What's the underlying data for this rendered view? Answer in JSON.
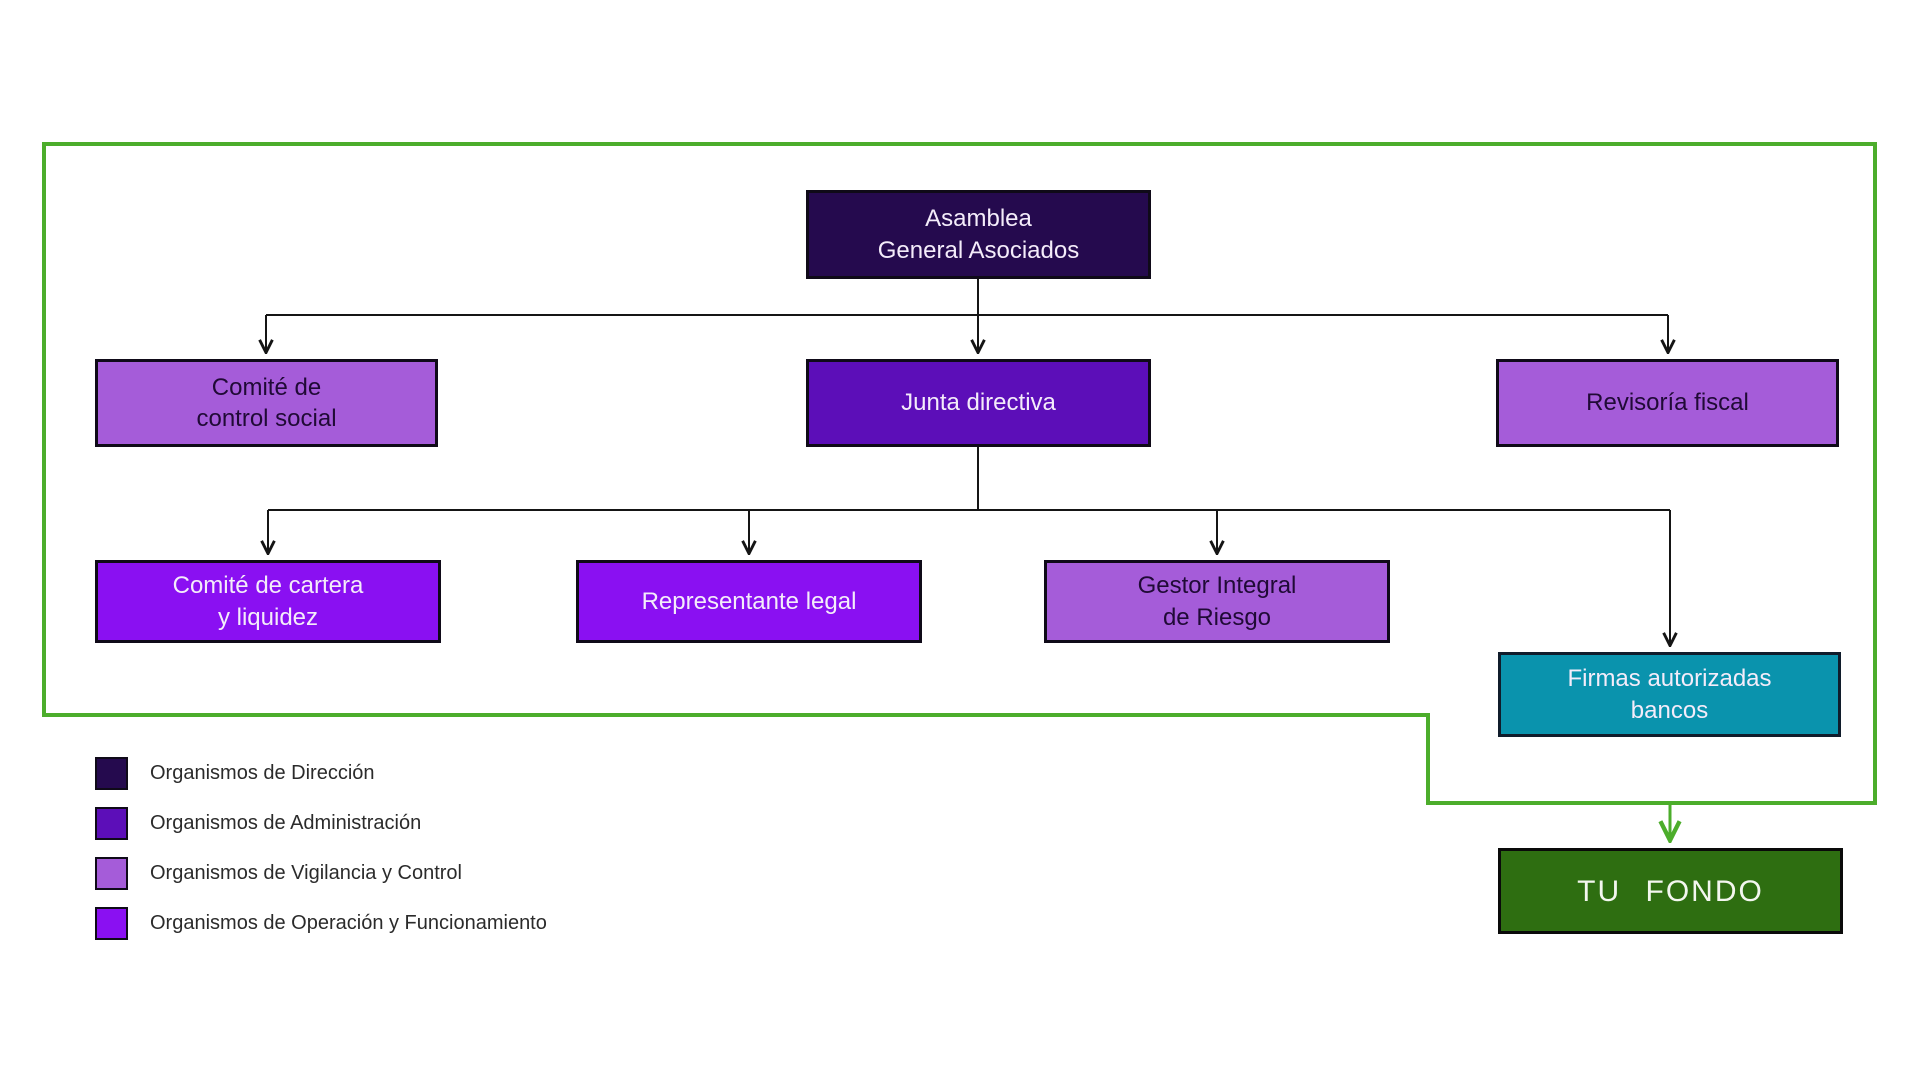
{
  "colors": {
    "direccion": "#250a4e",
    "administracion": "#5c0eb8",
    "vigilancia": "#a55cd9",
    "operacion": "#8a10f2",
    "firmas": "#0a93ad",
    "fondo": "#2e6e11",
    "green_border": "#4cad2b",
    "connector": "#151515"
  },
  "nodes": {
    "asamblea": {
      "label": "Asamblea\nGeneral Asociados",
      "color": "#250a4e",
      "category": "Organismos de Dirección"
    },
    "control": {
      "label": "Comité de\ncontrol social",
      "color": "#a55cd9",
      "category": "Organismos de Vigilancia y Control"
    },
    "junta": {
      "label": "Junta directiva",
      "color": "#5c0eb8",
      "category": "Organismos de Administración"
    },
    "revisoria": {
      "label": "Revisoría fiscal",
      "color": "#a55cd9",
      "category": "Organismos de Vigilancia y Control"
    },
    "cartera": {
      "label": "Comité de cartera\ny liquidez",
      "color": "#8a10f2",
      "category": "Organismos de Operación y Funcionamiento"
    },
    "representante": {
      "label": "Representante legal",
      "color": "#8a10f2",
      "category": "Organismos de Operación y Funcionamiento"
    },
    "gestor": {
      "label": "Gestor Integral\nde Riesgo",
      "color": "#a55cd9",
      "category": "Organismos de Vigilancia y Control"
    },
    "firmas": {
      "label": "Firmas autorizadas\nbancos",
      "color": "#0a93ad"
    },
    "fondo": {
      "label": "TU FONDO",
      "color": "#2e6e11"
    }
  },
  "edges": [
    {
      "from": "asamblea",
      "to": "control"
    },
    {
      "from": "asamblea",
      "to": "junta"
    },
    {
      "from": "asamblea",
      "to": "revisoria"
    },
    {
      "from": "junta",
      "to": "cartera"
    },
    {
      "from": "junta",
      "to": "representante"
    },
    {
      "from": "junta",
      "to": "gestor"
    },
    {
      "from": "junta",
      "to": "firmas"
    },
    {
      "from": "organizacion-borde-verde",
      "to": "fondo",
      "color": "#4cad2b"
    }
  ],
  "legend": {
    "items": [
      {
        "label": "Organismos de Dirección",
        "color": "#250a4e"
      },
      {
        "label": "Organismos de Administración",
        "color": "#5c0eb8"
      },
      {
        "label": "Organismos de Vigilancia y Control",
        "color": "#a55cd9"
      },
      {
        "label": "Organismos de Operación y Funcionamiento",
        "color": "#8a10f2"
      }
    ]
  }
}
